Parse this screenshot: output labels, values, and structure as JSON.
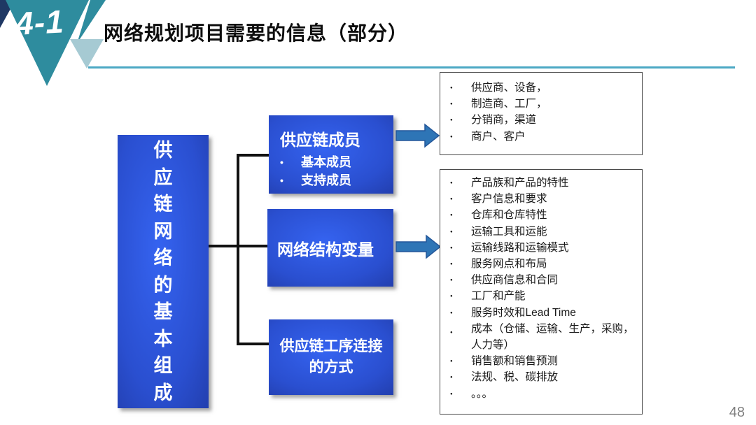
{
  "header": {
    "badge": "4-1",
    "title": "网络规划项目需要的信息（部分）"
  },
  "diagram": {
    "root_box": {
      "label": "供应链网络的基本组成"
    },
    "middle_boxes": [
      {
        "title": "供应链成员",
        "bullets": [
          "基本成员",
          "支持成员"
        ]
      },
      {
        "title": "网络结构变量"
      },
      {
        "title": "供应链工序连接的方式",
        "lines": [
          "供应链工序连接",
          "的方式"
        ]
      }
    ],
    "right_boxes": [
      {
        "items": [
          "供应商、设备，",
          "制造商、工厂，",
          "分销商，渠道",
          "商户、客户"
        ]
      },
      {
        "items": [
          "产品族和产品的特性",
          "客户信息和要求",
          "仓库和仓库特性",
          "运输工具和运能",
          "运输线路和运输模式",
          "服务网点和布局",
          "供应商信息和合同",
          "工厂和产能",
          "服务时效和Lead Time",
          "成本（仓储、运输、生产，采购，人力等）",
          "销售额和销售预测",
          "法规、税、碳排放",
          "。。。"
        ]
      }
    ]
  },
  "footer": {
    "page_number": "48"
  },
  "colors": {
    "badge_teal": "#2E8C9E",
    "badge_light_teal": "#A6CAD3",
    "badge_navy": "#1F3864",
    "header_rule": "#4BA8C4",
    "box_blue_center": "#2F5AE6",
    "box_blue_edge": "#141F66",
    "arrow_blue": "#2E75B6",
    "arrow_border": "#24579A",
    "connector_black": "#111111",
    "page_number_gray": "#7F7F7F"
  }
}
